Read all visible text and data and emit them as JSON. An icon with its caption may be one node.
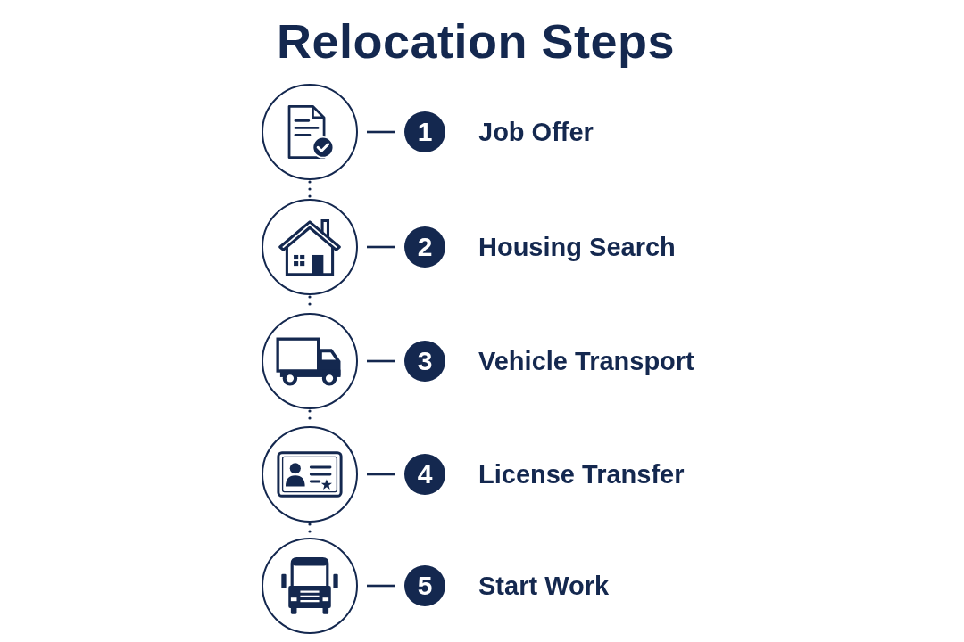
{
  "diagram": {
    "title": "Relocation Steps",
    "nodes": [
      {
        "text": [],
        "shape": "circle"
      },
      {
        "text": [
          "1"
        ],
        "beside": [
          "Job Offer"
        ]
      },
      {
        "text": [],
        "shape": "circle"
      },
      {
        "text": [
          "2"
        ],
        "beside": [
          "Housing Search"
        ]
      },
      {
        "text": [],
        "shape": "circle"
      },
      {
        "text": [
          "3"
        ],
        "beside": [
          "Vehicle Transport"
        ]
      },
      {
        "text": [],
        "shape": "circle"
      },
      {
        "text": [
          "4"
        ],
        "beside": [
          "License Transfer"
        ]
      },
      {
        "text": [],
        "shape": "circle"
      },
      {
        "text": [
          "5"
        ],
        "beside": [
          "Start Work"
        ]
      }
    ],
    "edges": [
      {
        "from": 0,
        "to": 1,
        "arrow": "none"
      },
      {
        "from": 0,
        "to": 2,
        "arrow": "none",
        "style": "dashed"
      },
      {
        "from": 2,
        "to": 3,
        "arrow": "none"
      },
      {
        "from": 2,
        "to": 4,
        "arrow": "none",
        "style": "dashed"
      },
      {
        "from": 4,
        "to": 5,
        "arrow": "none"
      },
      {
        "from": 4,
        "to": 6,
        "arrow": "none",
        "style": "dashed"
      },
      {
        "from": 6,
        "to": 7,
        "arrow": "none"
      },
      {
        "from": 6,
        "to": 8,
        "arrow": "none",
        "style": "dashed"
      },
      {
        "from": 8,
        "to": 9,
        "arrow": "none"
      }
    ]
  }
}
